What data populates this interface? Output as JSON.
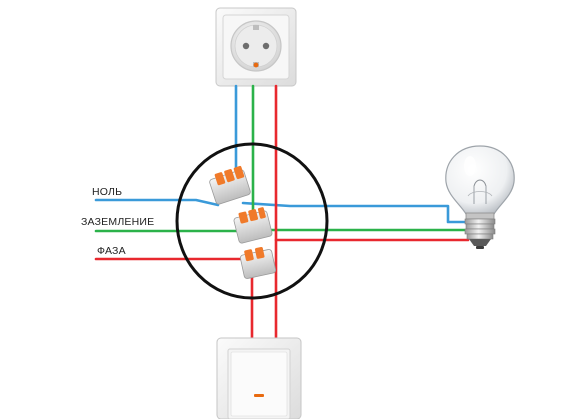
{
  "labels": {
    "neutral": "НОЛЬ",
    "ground": "ЗАЗЕМЛЕНИЕ",
    "phase": "ФАЗА"
  },
  "colors": {
    "neutral": "#3a9ad9",
    "ground": "#2bb24a",
    "phase": "#e8282e",
    "junction_box": "#111111",
    "connector_clip": "#f07a2a",
    "indicator": "#e86a10"
  },
  "components": {
    "socket": "socket-icon",
    "lamp": "light-bulb-icon",
    "switch": "light-switch-icon",
    "connectors": "wago-connector-icon"
  }
}
